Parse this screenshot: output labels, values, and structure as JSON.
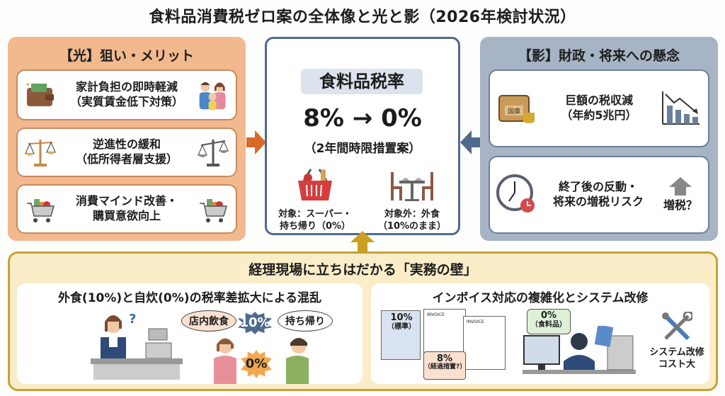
{
  "title": "食料品消費税ゼロ案の全体像と光と影（2026年検討状況）",
  "left_panel": {
    "title": "【光】狙い・メリット",
    "items": [
      {
        "text": "家計負担の即時軽減\n（実質賃金低下対策）",
        "line1": "家計負担の即時軽減",
        "line2": "（実質賃金低下対策）",
        "icon_left": "wallet-icon",
        "icon_right": "family-icon"
      },
      {
        "text": "逆進性の緩和\n（低所得者層支援）",
        "line1": "逆進性の緩和",
        "line2": "（低所得者層支援）",
        "icon_left": "scale-icon",
        "icon_right": "scale-icon"
      },
      {
        "text": "消費マインド改善・\n購買意欲向上",
        "line1": "消費マインド改善・",
        "line2": "購買意欲向上",
        "icon_left": "shopping-cart-icon",
        "icon_right": "shopping-cart-icon"
      }
    ]
  },
  "center_panel": {
    "label": "食料品税率",
    "rate_change": "8% → 0%",
    "note": "（2年間時限措置案）",
    "covered": {
      "line1": "対象：スーパー・",
      "line2": "持ち帰り（0%）",
      "icon": "shopping-basket-icon"
    },
    "excluded": {
      "line1": "対象外：外食",
      "line2": "（10%のまま）",
      "icon": "dining-table-icon"
    }
  },
  "right_panel": {
    "title": "【影】財政・将来への懸念",
    "items": [
      {
        "line1": "巨額の税収減",
        "line2": "（年約5兆円）",
        "icon_left": "treasure-chest-icon",
        "icon_left_label": "国庫",
        "icon_right": "declining-chart-icon"
      },
      {
        "line1": "終了後の反動・",
        "line2": "将来の増税リスク",
        "icon_left": "clock-icon",
        "icon_right": "up-arrow-icon",
        "icon_right_label": "増税？"
      }
    ]
  },
  "bottom_panel": {
    "title": "経理現場に立ちはだかる「実務の壁」",
    "left": {
      "title": "外食(10%)と自炊(0%)の税率差拡大による混乱",
      "bubbles": [
        "店内飲食",
        "持ち帰り"
      ],
      "badges": [
        "10%",
        "0%"
      ],
      "question_mark": "?"
    },
    "right": {
      "title": "インボイス対応の複雑化とシステム改修",
      "invoice_tags": [
        {
          "rate": "10%",
          "note": "（標準）"
        },
        {
          "rate": "8%",
          "note": "（経過措置?）"
        },
        {
          "rate": "0%",
          "note": "（食料品）"
        }
      ],
      "invoice_label": "INVOICE",
      "tools_caption_line1": "システム改修",
      "tools_caption_line2": "コスト大"
    }
  },
  "colors": {
    "light_panel": "#f2b98e",
    "shadow_panel": "#a7b4c6",
    "bottom_panel": "#fbedc8",
    "bottom_border": "#c7a13a",
    "orange_arrow": "#d86a27",
    "blue_arrow": "#4f6a8a",
    "gold_arrow": "#c9a020"
  }
}
